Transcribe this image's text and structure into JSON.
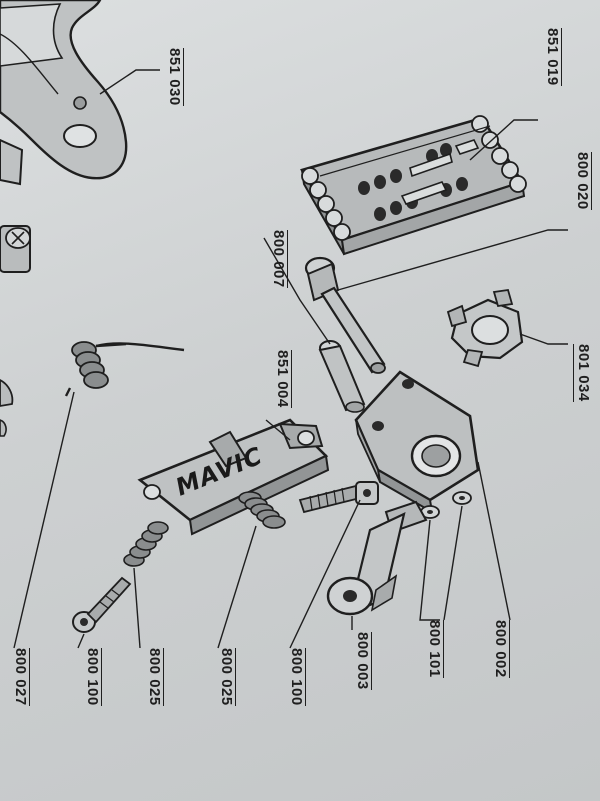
{
  "diagram": {
    "part_numbers": {
      "p851019": "851 019",
      "p851030": "851 030",
      "p800020": "800 020",
      "p800007": "800 007",
      "p801034": "801 034",
      "p851004": "851 004",
      "p800002": "800 002",
      "p800101": "800 101",
      "p800003": "800 003",
      "p800100a": "800 100",
      "p800025a": "800 025",
      "p800025b": "800 025",
      "p800100b": "800 100",
      "p800027": "800 027"
    },
    "brand_on_part": "MAVIC"
  },
  "colors": {
    "ink": "#1f1f1f",
    "paper": "#d3d6d7",
    "part_fill": "#b9bcbd",
    "part_shadow": "#8d9091"
  }
}
